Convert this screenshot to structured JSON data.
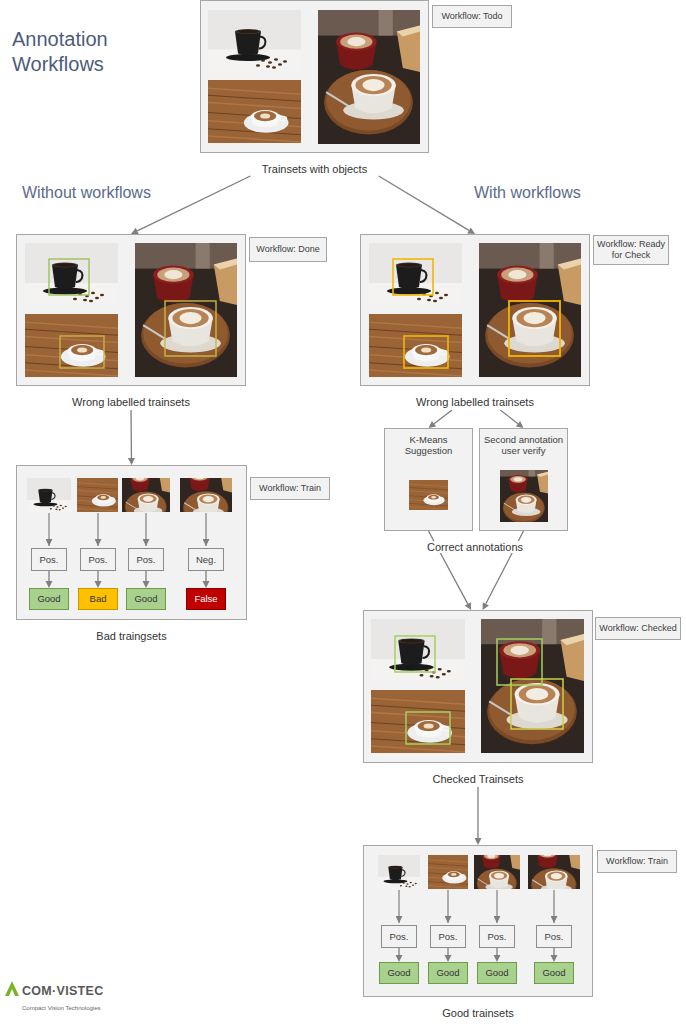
{
  "diagram": {
    "title": "Annotation Workflows",
    "nodes": [
      {
        "text": [
          "Trainsets with objects"
        ]
      },
      {
        "text": [
          "Workflow: Todo"
        ]
      },
      {
        "text": [
          "Wrong labelled trainsets"
        ]
      },
      {
        "text": [
          "Workflow: Done"
        ]
      },
      {
        "text": [
          "Wrong labelled trainsets"
        ]
      },
      {
        "text": [
          "Workflow: Ready for Check"
        ]
      },
      {
        "text": [
          "Bad traingsets"
        ]
      },
      {
        "text": [
          "Workflow: Train"
        ]
      },
      {
        "text": [
          "Pos."
        ],
        "in": 6
      },
      {
        "text": [
          "Pos."
        ],
        "in": 6
      },
      {
        "text": [
          "Pos."
        ],
        "in": 6
      },
      {
        "text": [
          "Neg."
        ],
        "in": 6
      },
      {
        "text": [
          "Good"
        ],
        "in": 6
      },
      {
        "text": [
          "Bad"
        ],
        "in": 6
      },
      {
        "text": [
          "Good"
        ],
        "in": 6
      },
      {
        "text": [
          "False"
        ],
        "in": 6
      },
      {
        "text": [
          "K-Means Suggestion"
        ]
      },
      {
        "text": [
          "Second annotation user verify"
        ]
      },
      {
        "text": [
          "Checked Trainsets"
        ]
      },
      {
        "text": [
          "Workflow: Checked"
        ]
      },
      {
        "text": [
          "Good trainsets"
        ]
      },
      {
        "text": [
          "Workflow: Train"
        ]
      },
      {
        "text": [
          "Pos."
        ],
        "in": 20
      },
      {
        "text": [
          "Pos."
        ],
        "in": 20
      },
      {
        "text": [
          "Pos."
        ],
        "in": 20
      },
      {
        "text": [
          "Pos."
        ],
        "in": 20
      },
      {
        "text": [
          "Good"
        ],
        "in": 20
      },
      {
        "text": [
          "Good"
        ],
        "in": 20
      },
      {
        "text": [
          "Good"
        ],
        "in": 20
      },
      {
        "text": [
          "Good"
        ],
        "in": 20
      }
    ],
    "edges": [
      {
        "from": 0,
        "to": 2,
        "arrow": "to"
      },
      {
        "from": 0,
        "to": 4,
        "arrow": "to"
      },
      {
        "from": 2,
        "to": 6,
        "arrow": "to"
      },
      {
        "from": 4,
        "to": 16,
        "arrow": "to"
      },
      {
        "from": 4,
        "to": 17,
        "arrow": "to"
      },
      {
        "from": 16,
        "to": 18,
        "arrow": "to"
      },
      {
        "from": 17,
        "to": 18,
        "arrow": "to"
      },
      {
        "from": 18,
        "to": 20,
        "arrow": "to"
      },
      {
        "from": 8,
        "to": 12,
        "arrow": "to"
      },
      {
        "from": 9,
        "to": 13,
        "arrow": "to"
      },
      {
        "from": 10,
        "to": 14,
        "arrow": "to"
      },
      {
        "from": 11,
        "to": 15,
        "arrow": "to"
      },
      {
        "from": 22,
        "to": 26,
        "arrow": "to"
      },
      {
        "from": 23,
        "to": 27,
        "arrow": "to"
      },
      {
        "from": 24,
        "to": 28,
        "arrow": "to"
      },
      {
        "from": 25,
        "to": 29,
        "arrow": "to"
      }
    ],
    "labels": [
      "Without workflows",
      "With workflows",
      "Correct annotations",
      "COM·VISTEC",
      "Compact Vision Technologies"
    ]
  }
}
